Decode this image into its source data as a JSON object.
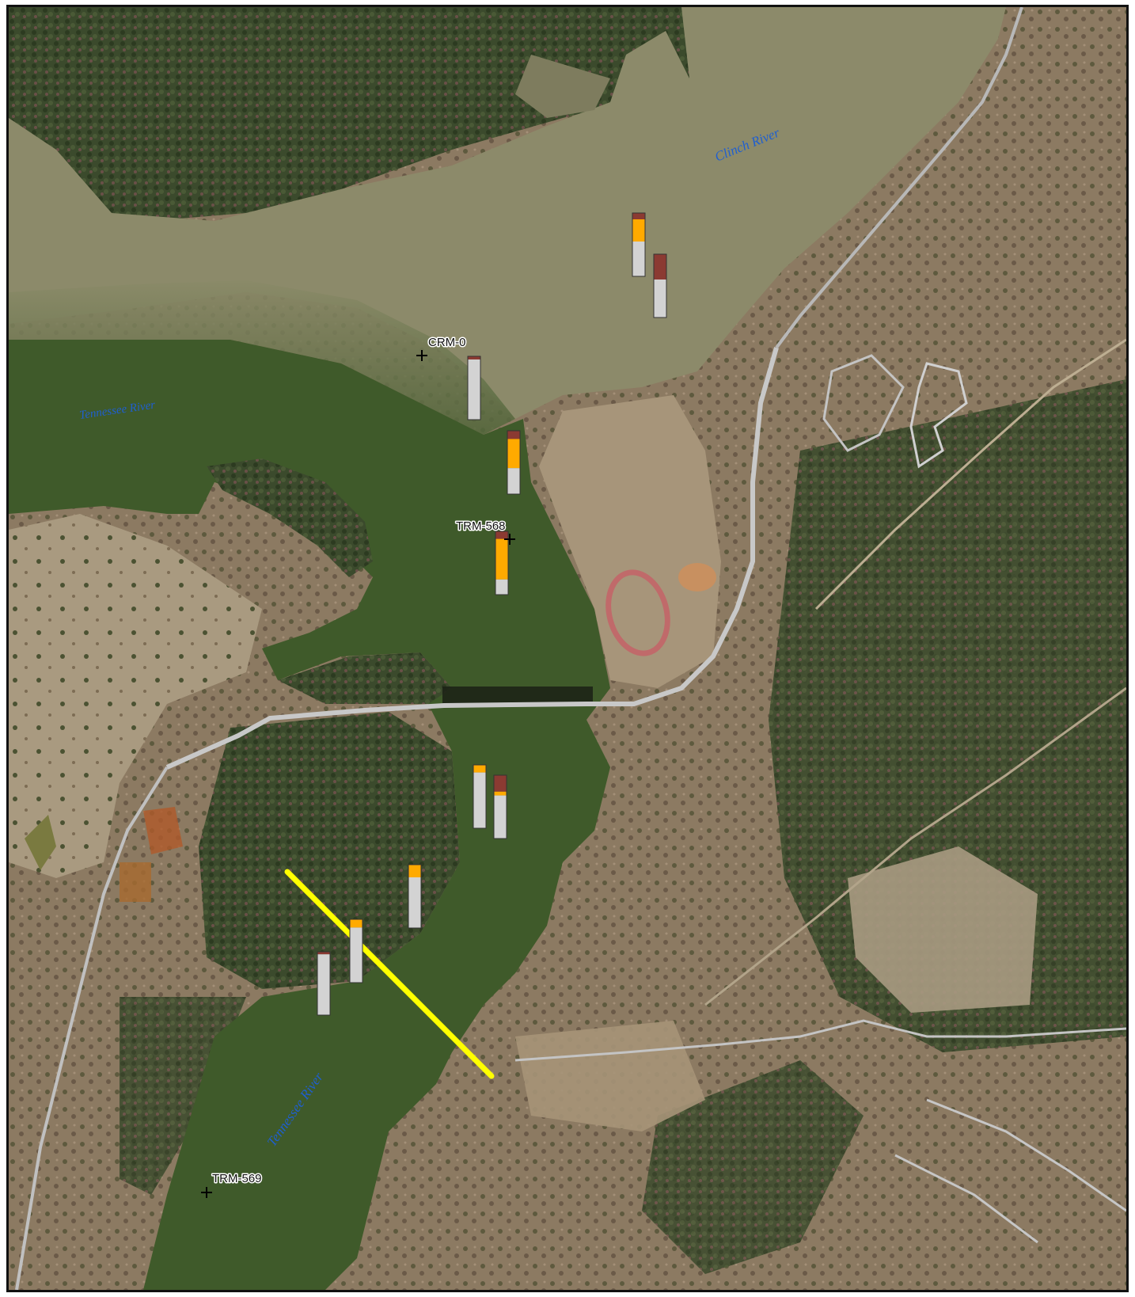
{
  "map": {
    "rivers": {
      "clinch": "Clinch River",
      "tennessee_upper": "Tennessee River",
      "tennessee_lower": "Tennessee River"
    },
    "stations": {
      "crm0": "CRM-0",
      "trm568": "TRM-568",
      "trm569": "TRM-569"
    },
    "colors": {
      "clinch_water": "#8c8a6a",
      "tennessee_water": "#3f5a2a",
      "forest": "#3b4a2c",
      "land": "#8c7a62",
      "road": "#c8c8c8",
      "transect": "#ffff00",
      "bar_gray": "#d3d3d3",
      "bar_orange": "#ffaa00",
      "bar_brown": "#8b3a32"
    },
    "core_bars": [
      {
        "id": "core-1",
        "segments": [
          {
            "layer": "brown",
            "fraction": 0.1
          },
          {
            "layer": "orange",
            "fraction": 0.35
          },
          {
            "layer": "gray",
            "fraction": 0.55
          }
        ]
      },
      {
        "id": "core-2",
        "segments": [
          {
            "layer": "brown",
            "fraction": 0.4
          },
          {
            "layer": "gray",
            "fraction": 0.6
          }
        ]
      },
      {
        "id": "core-3",
        "segments": [
          {
            "layer": "brown",
            "fraction": 0.05
          },
          {
            "layer": "gray",
            "fraction": 0.95
          }
        ]
      },
      {
        "id": "core-4",
        "segments": [
          {
            "layer": "brown",
            "fraction": 0.13
          },
          {
            "layer": "orange",
            "fraction": 0.46
          },
          {
            "layer": "gray",
            "fraction": 0.41
          }
        ]
      },
      {
        "id": "core-5",
        "segments": [
          {
            "layer": "brown",
            "fraction": 0.12
          },
          {
            "layer": "orange",
            "fraction": 0.64
          },
          {
            "layer": "gray",
            "fraction": 0.24
          }
        ]
      },
      {
        "id": "core-6",
        "segments": [
          {
            "layer": "orange",
            "fraction": 0.12
          },
          {
            "layer": "gray",
            "fraction": 0.88
          }
        ]
      },
      {
        "id": "core-7",
        "segments": [
          {
            "layer": "brown",
            "fraction": 0.26
          },
          {
            "layer": "orange",
            "fraction": 0.06
          },
          {
            "layer": "gray",
            "fraction": 0.68
          }
        ]
      },
      {
        "id": "core-8",
        "segments": [
          {
            "layer": "orange",
            "fraction": 0.2
          },
          {
            "layer": "gray",
            "fraction": 0.8
          }
        ]
      },
      {
        "id": "core-9",
        "segments": [
          {
            "layer": "orange",
            "fraction": 0.13
          },
          {
            "layer": "gray",
            "fraction": 0.87
          }
        ]
      },
      {
        "id": "core-10",
        "segments": [
          {
            "layer": "brown",
            "fraction": 0.04
          },
          {
            "layer": "gray",
            "fraction": 0.96
          }
        ]
      }
    ]
  }
}
